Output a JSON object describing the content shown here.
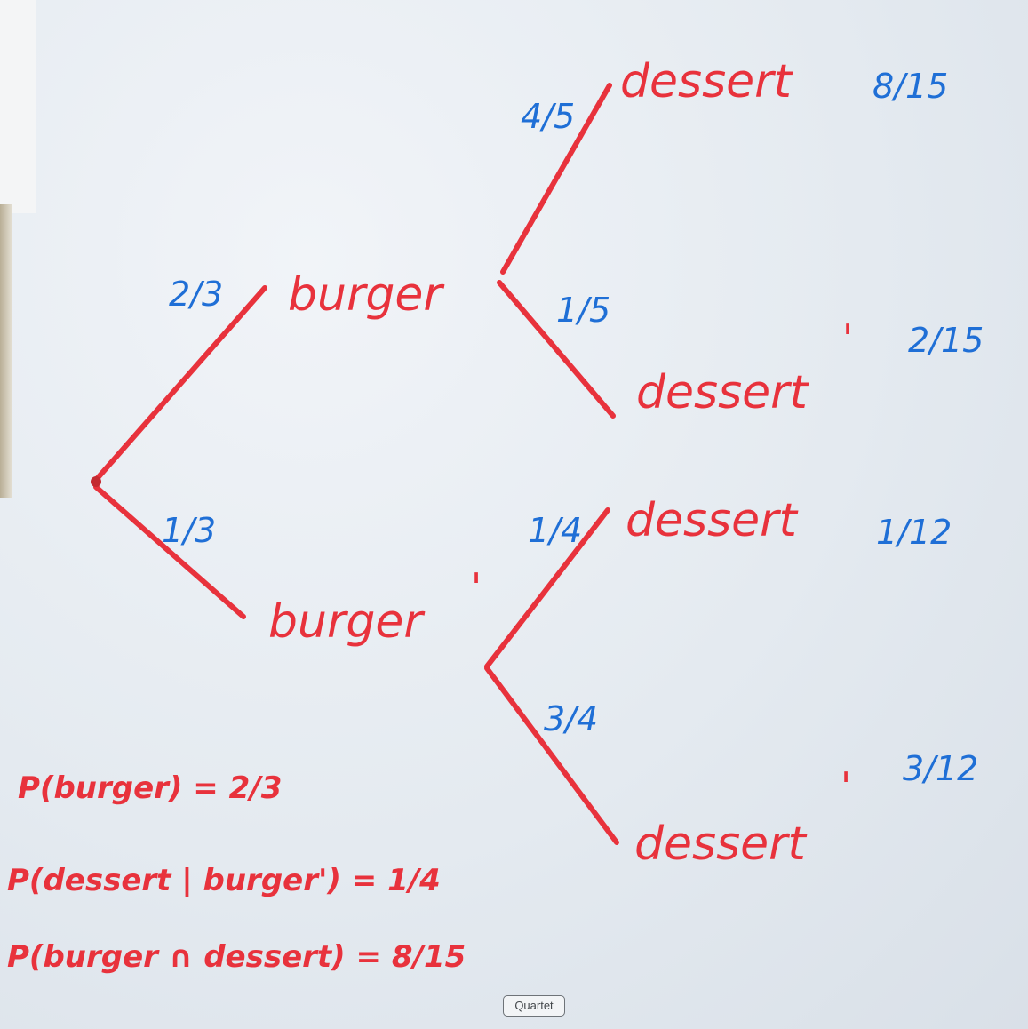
{
  "nodes": {
    "burger_top": "burger",
    "burger_bottom": "burger",
    "burger_bottom_prime": "'",
    "dessert_1": "dessert",
    "dessert_2": "dessert",
    "dessert_2_prime": "'",
    "dessert_3": "dessert",
    "dessert_4": "dessert",
    "dessert_4_prime": "'"
  },
  "branch_probabilities": {
    "burger": "2/3",
    "burger_prime": "1/3",
    "dessert_given_burger": "4/5",
    "dessert_prime_given_burger": "1/5",
    "dessert_given_burger_prime": "1/4",
    "dessert_prime_given_burger_prime": "3/4"
  },
  "outcome_probabilities": [
    "8/15",
    "2/15",
    "1/12",
    "3/12"
  ],
  "equations": [
    "P(burger) = 2/3",
    "P(dessert | burger') = 1/4",
    "P(burger ∩ dessert) = 8/15"
  ],
  "brand": "Quartet",
  "colors": {
    "ink_red": "#e8323c",
    "ink_blue": "#1f6fd6"
  }
}
